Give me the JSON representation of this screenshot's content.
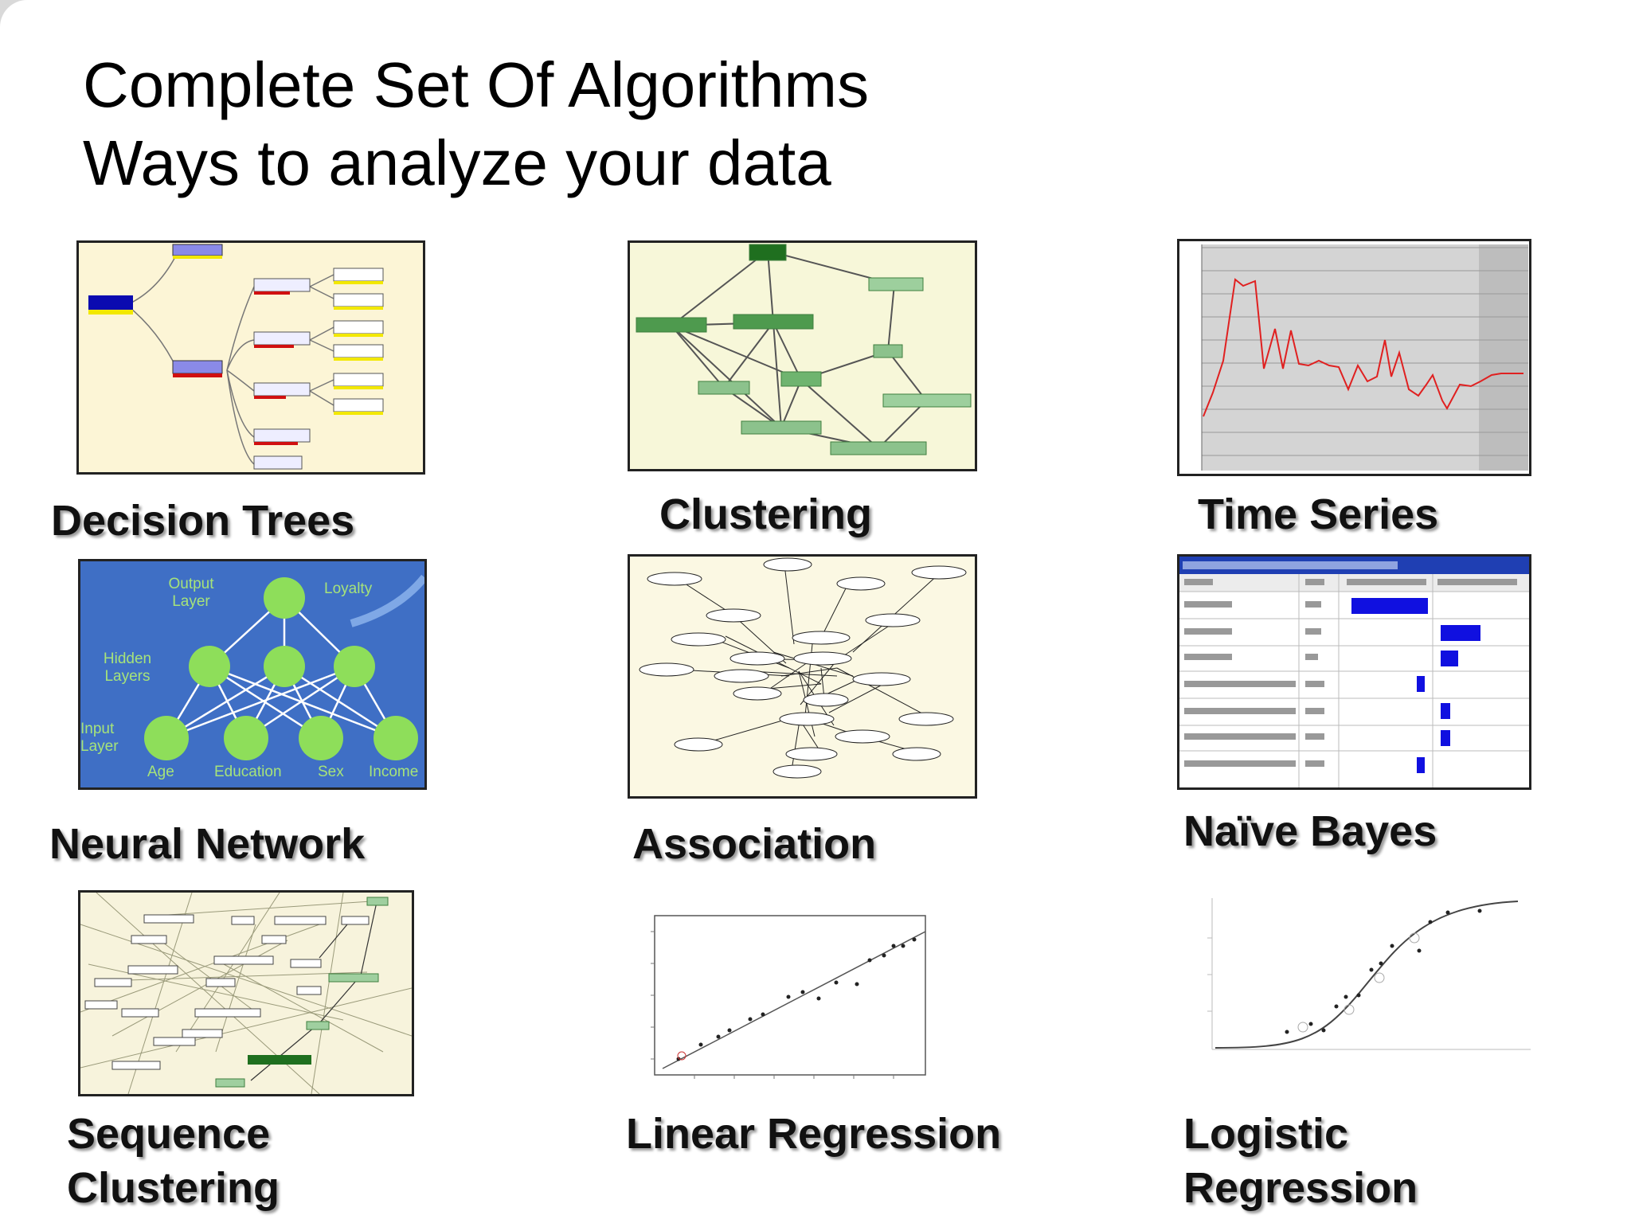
{
  "slide": {
    "title_line1": "Complete Set Of Algorithms",
    "title_line2": "Ways to analyze your data"
  },
  "algorithms": [
    {
      "label": "Decision Trees"
    },
    {
      "label": "Clustering"
    },
    {
      "label": "Time Series"
    },
    {
      "label": "Neural Network"
    },
    {
      "label": "Association"
    },
    {
      "label": "Naïve Bayes"
    },
    {
      "label_line1": "Sequence",
      "label_line2": "Clustering"
    },
    {
      "label": "Linear Regression"
    },
    {
      "label_line1": "Logistic",
      "label_line2": "Regression"
    }
  ],
  "neural_network": {
    "output_layer": "Output Layer",
    "hidden_layers": "Hidden Layers",
    "input_layer": "Input Layer",
    "output_node": "Loyalty",
    "inputs": [
      "Age",
      "Education",
      "Sex",
      "Income"
    ]
  },
  "colors": {
    "tree_bg": "#fcf5d6",
    "cluster_bg": "#f7f7d9",
    "cluster_node": "#4e9a4e",
    "nn_bg": "#3f6fc5",
    "nn_node": "#8ede5a",
    "timeseries_line": "#e02020",
    "bayes_bar": "#1010e0",
    "bayes_header": "#1f3fb3"
  }
}
